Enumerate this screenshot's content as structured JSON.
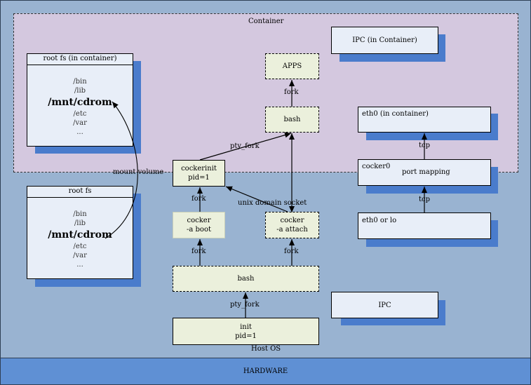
{
  "host_os": {
    "label": "Host OS"
  },
  "hardware": {
    "label": "HARDWARE"
  },
  "container": {
    "label": "Container"
  },
  "ipc_container": {
    "label": "IPC (in Container)"
  },
  "ipc_host": {
    "label": "IPC"
  },
  "rootfs_container": {
    "title": "root fs (in container)",
    "items": [
      "/bin",
      "/lib",
      "/mnt/cdrom",
      "/etc",
      "/var",
      "..."
    ]
  },
  "rootfs_host": {
    "title": "root fs",
    "items": [
      "/bin",
      "/lib",
      "/mnt/cdrom",
      "/etc",
      "/var",
      "..."
    ]
  },
  "apps": {
    "label": "APPS"
  },
  "bash_container": {
    "label": "bash"
  },
  "cockerinit": {
    "line1": "cockerinit",
    "line2": "pid=1"
  },
  "cocker_boot": {
    "line1": "cocker",
    "line2": "-a boot"
  },
  "cocker_attach": {
    "line1": "cocker",
    "line2": "-a attach"
  },
  "bash_host": {
    "label": "bash"
  },
  "init": {
    "line1": "init",
    "line2": "pid=1"
  },
  "eth0_container": {
    "label": "eth0 (in container)"
  },
  "cocker0": {
    "label": "cocker0",
    "sub": "port mapping"
  },
  "eth0_lo": {
    "label": "eth0 or lo"
  },
  "edges": {
    "fork_apps": "fork",
    "pty_fork_top": "pty_fork",
    "mount_volume": "mount volume",
    "fork_cockerinit": "fork",
    "unix_socket": "unix domain socket",
    "fork_boot": "fork",
    "fork_attach": "fork",
    "pty_fork_bottom": "pty_fork",
    "tcp_top": "tcp",
    "tcp_bottom": "tcp"
  }
}
